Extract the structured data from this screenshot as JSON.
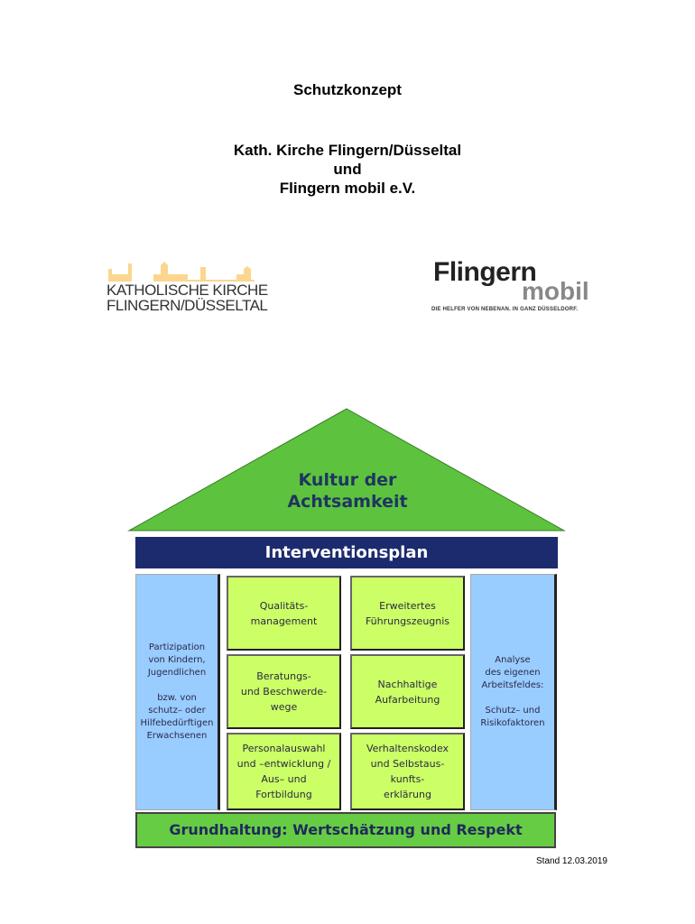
{
  "title": "Schutzkonzept",
  "subtitle_lines": [
    "Kath. Kirche Flingern/Düsseltal",
    "und",
    "Flingern mobil e.V."
  ],
  "logos": {
    "kirche": {
      "line1": "KATHOLISCHE KIRCHE",
      "line2": "FLINGERN/DÜSSELTAL"
    },
    "flingern": {
      "word1": "Flingern",
      "word2": "mobil",
      "tagline": "DIE HELFER VON NEBENAN. IN GANZ DÜSSELDORF."
    }
  },
  "diagram": {
    "roof": "Kultur der\nAchtsamkeit",
    "bar": "Interventionsplan",
    "left_pillar": "Partizipation\nvon Kindern,\nJugendlichen\n\nbzw. von\nschutz– oder\nHilfebedürftigen\nErwachsenen",
    "right_pillar": "Analyse\ndes eigenen\nArbeitsfeldes:\n\nSchutz– und\nRisikofaktoren",
    "boxes": [
      "Qualitäts-\nmanagement",
      "Erweitertes\nFührungszeugnis",
      "Beratungs-\nund Beschwerde-\nwege",
      "Nachhaltige\nAufarbeitung",
      "Personalauswahl\nund –entwicklung /\nAus– und\nFortbildung",
      "Verhaltenskodex\nund Selbstaus-\nkunfts-\nerklärung"
    ],
    "foundation": "Grundhaltung: Wertschätzung und Respekt",
    "colors": {
      "roof": "#5dc33e",
      "navy": "#1c2b6e",
      "pillar": "#99ccff",
      "box": "#ccff66",
      "base": "#66cc44"
    }
  },
  "footer": "Stand 12.03.2019"
}
